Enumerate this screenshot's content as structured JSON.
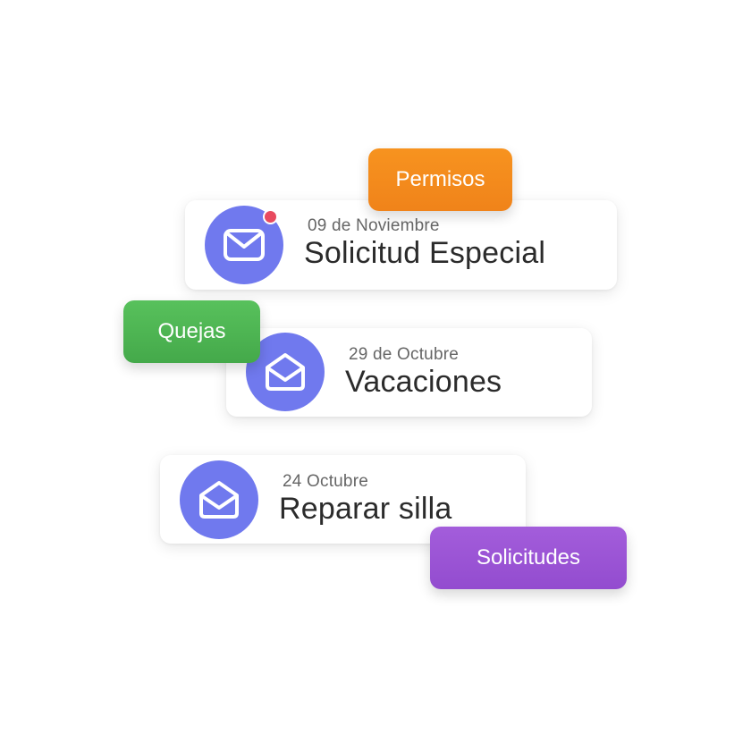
{
  "cards": [
    {
      "date": "09 de Noviembre",
      "title": "Solicitud Especial",
      "icon": "envelope-closed-icon",
      "unread": true
    },
    {
      "date": "29 de Octubre",
      "title": "Vacaciones",
      "icon": "envelope-open-icon",
      "unread": false
    },
    {
      "date": "24 Octubre",
      "title": "Reparar silla",
      "icon": "envelope-open-icon",
      "unread": false
    }
  ],
  "tags": [
    {
      "label": "Permisos",
      "color": "#f48a1c"
    },
    {
      "label": "Quejas",
      "color": "#4bb450"
    },
    {
      "label": "Solicitudes",
      "color": "#9b54d6"
    }
  ],
  "colors": {
    "icon_bg": "#7079ee",
    "notification_dot": "#e84a5f"
  }
}
